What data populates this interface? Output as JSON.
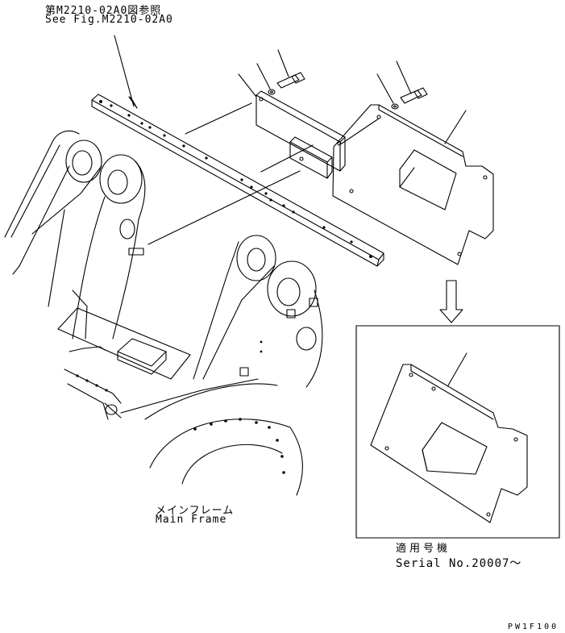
{
  "reference": {
    "jp": "第M2210-02A0図参照",
    "en": "See Fig.M2210-02A0"
  },
  "main_frame": {
    "jp": "メインフレーム",
    "en": "Main Frame"
  },
  "serial": {
    "jp": "適用号機",
    "en": "Serial No.20007〜"
  },
  "drawing_code": "PW1F100",
  "colors": {
    "line": "#000000",
    "background": "#ffffff"
  }
}
